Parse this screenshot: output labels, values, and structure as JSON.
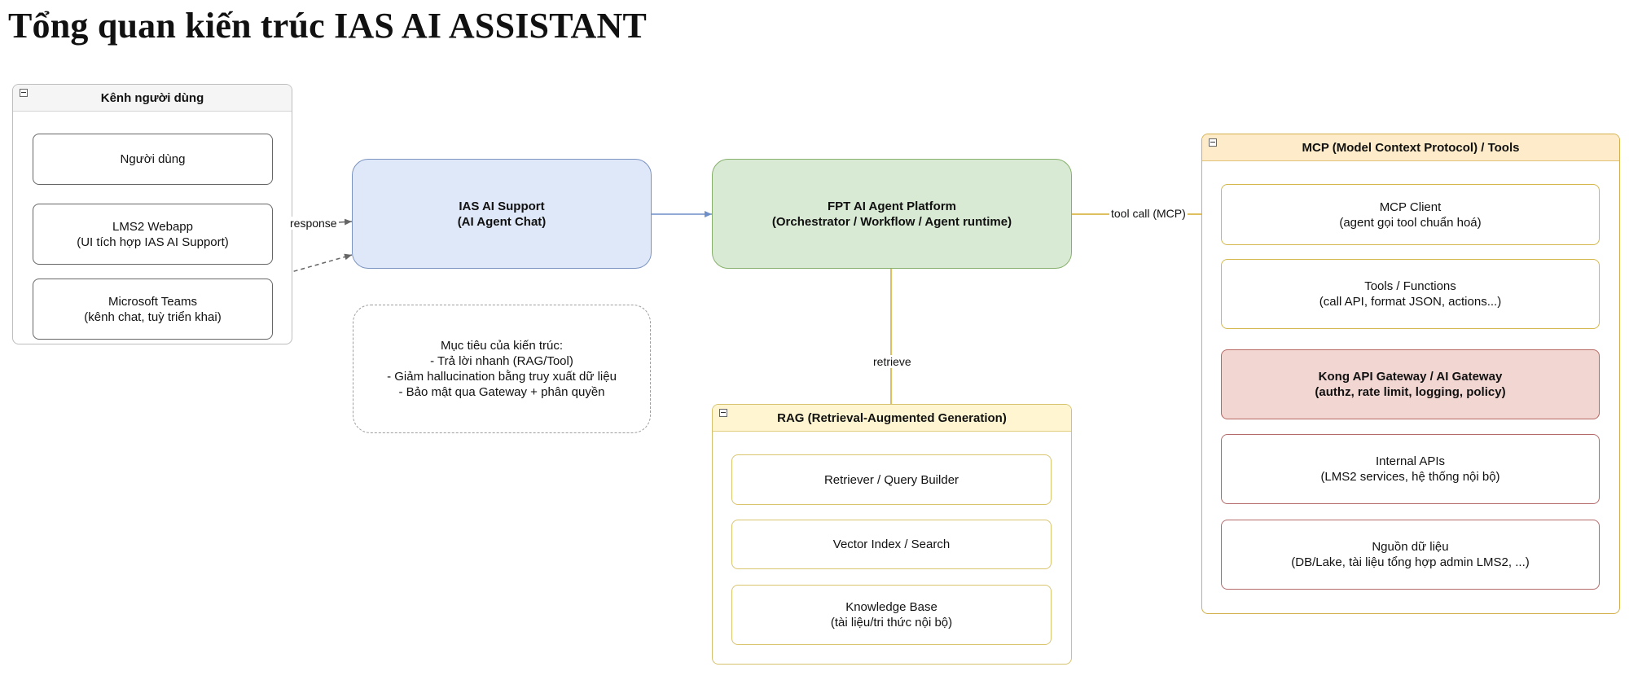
{
  "title": "Tổng quan kiến trúc IAS AI ASSISTANT",
  "groups": {
    "users": {
      "label": "Kênh người dùng"
    },
    "rag": {
      "label": "RAG (Retrieval-Augmented Generation)"
    },
    "mcp": {
      "label": "MCP (Model Context Protocol) / Tools"
    }
  },
  "nodes": {
    "user": "Người dùng",
    "lms2": "LMS2 Webapp\n(UI tích hợp IAS AI Support)",
    "teams": "Microsoft Teams\n(kênh chat, tuỳ triển khai)",
    "ias": "IAS AI Support\n(AI Agent Chat)",
    "fpt": "FPT AI Agent Platform\n(Orchestrator / Workflow / Agent runtime)",
    "goal": "Mục tiêu của kiến trúc:\n- Trả lời nhanh (RAG/Tool)\n- Giảm hallucination bằng truy xuất dữ liệu\n- Bảo mật qua Gateway + phân quyền",
    "retriever": "Retriever / Query Builder",
    "vector": "Vector Index / Search",
    "kb": "Knowledge Base\n(tài liệu/tri thức nội bộ)",
    "mcp_client": "MCP Client\n(agent gọi tool chuẩn hoá)",
    "tools": "Tools / Functions\n(call API, format JSON, actions...)",
    "kong": "Kong API Gateway / AI Gateway\n(authz, rate limit, logging, policy)",
    "internal_apis": "Internal APIs\n(LMS2 services, hệ thống nội bộ)",
    "data_source": "Nguồn dữ liệu\n(DB/Lake, tài liệu tổng hợp admin LMS2, ...)"
  },
  "edges": {
    "response": "response",
    "tool_call": "tool call (MCP)",
    "retrieve": "retrieve"
  },
  "colors": {
    "ias_fill": "#dfe8f8",
    "fpt_fill": "#d9ead4",
    "rag_header": "#fff6d1",
    "mcp_header": "#fdebc9",
    "kong_fill": "#f2d6d2"
  }
}
